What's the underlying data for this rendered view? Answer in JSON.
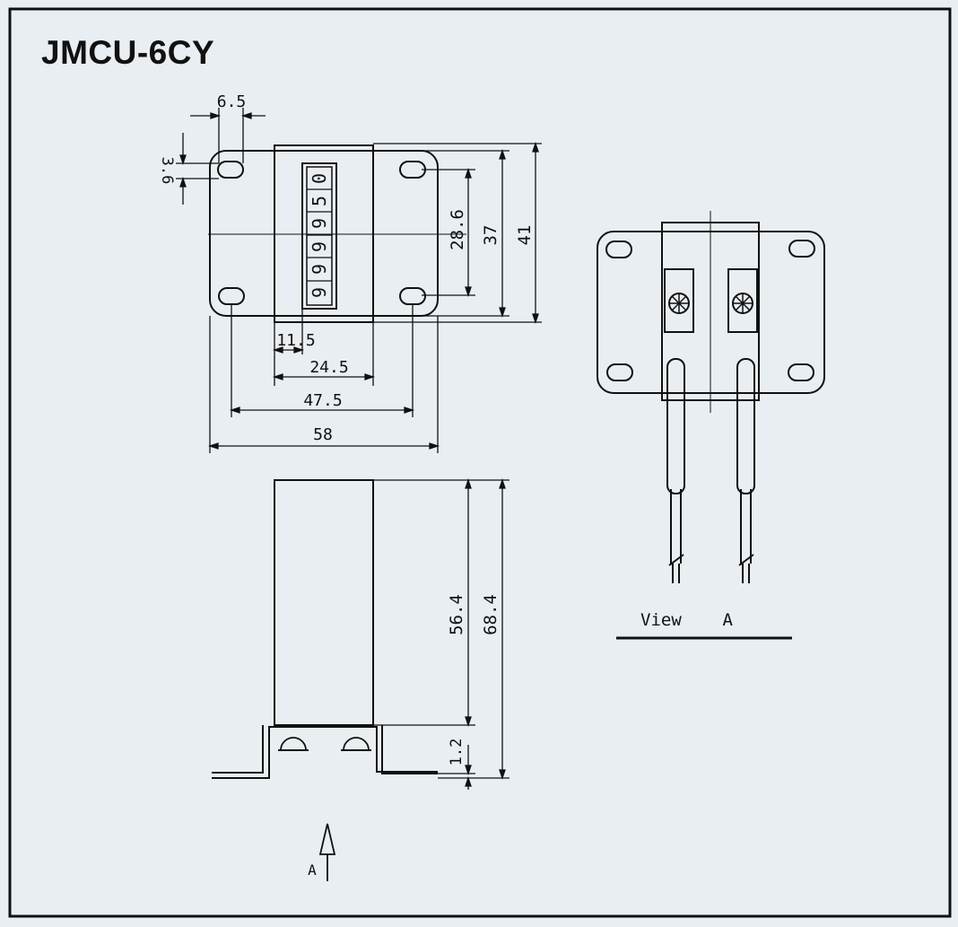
{
  "title": "JMCU-6CY",
  "counter_digits": [
    "0",
    "5",
    "9",
    "9",
    "9",
    "9"
  ],
  "dimensions": {
    "hole_width": "6.5",
    "hole_height": "3.6",
    "hole_pitch_vertical": "28.6",
    "body_height": "37",
    "plate_height": "41",
    "window_offset": "11.5",
    "body_width": "24.5",
    "hole_pitch_horizontal": "47.5",
    "plate_width": "58",
    "body_depth": "56.4",
    "overall_depth": "68.4",
    "plate_thickness": "1.2"
  },
  "view_arrow_label": "A",
  "view_label": "View    A"
}
